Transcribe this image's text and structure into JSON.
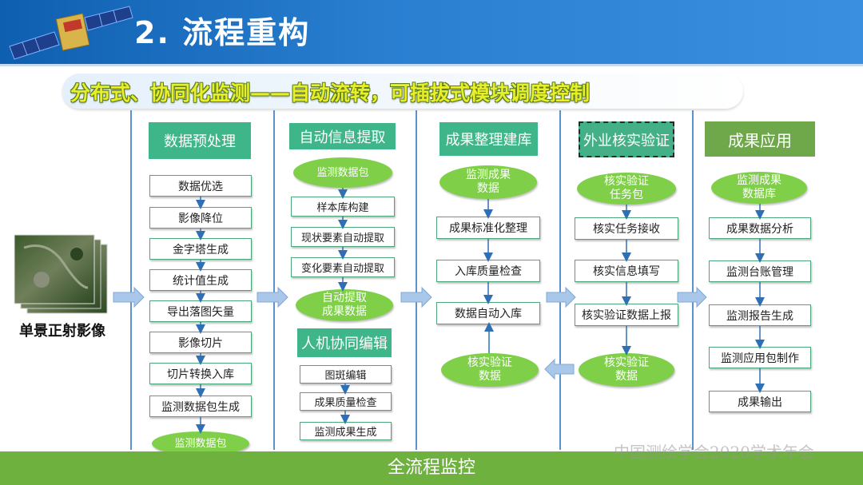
{
  "header": {
    "title": "2. 流程重构"
  },
  "subtitle": "分布式、协同化监测——自动流转，可插拔式模块调度控制",
  "input": {
    "label": "单景正射影像"
  },
  "columns": [
    {
      "head": "数据预处理",
      "steps": [
        "数据优选",
        "影像降位",
        "金字塔生成",
        "统计值生成",
        "导出落图矢量",
        "影像切片",
        "切片转换入库",
        "监测数据包生成"
      ],
      "output": "监测数据包"
    },
    {
      "head": "自动信息提取",
      "input": "监测数据包",
      "steps": [
        "样本库构建",
        "现状要素自动提取",
        "变化要素自动提取"
      ],
      "output": "自动提取\n成果数据",
      "head2": "人机协同编辑",
      "steps2": [
        "图斑编辑",
        "成果质量检查",
        "监测成果生成"
      ]
    },
    {
      "head": "成果整理建库",
      "input": "监测成果\n数据",
      "steps": [
        "成果标准化整理",
        "入库质量检查",
        "数据自动入库"
      ],
      "feedback": "核实验证\n数据"
    },
    {
      "head": "外业核实验证",
      "input": "核实验证\n任务包",
      "steps": [
        "核实任务接收",
        "核实信息填写",
        "核实验证数据上报"
      ],
      "output": "核实验证\n数据"
    },
    {
      "head": "成果应用",
      "input": "监测成果\n数据库",
      "steps": [
        "成果数据分析",
        "监测台账管理",
        "监测报告生成",
        "监测应用包制作",
        "成果输出"
      ]
    }
  ],
  "footer": "全流程监控",
  "watermark": "中国测绘学会2020学术年会",
  "colors": {
    "header_blue": "#1f6fc1",
    "head_green": "#3fb68a",
    "oval_green": "#7fd048",
    "footer_green": "#6fb13f",
    "subtitle_yellow": "#e8ef2a"
  }
}
